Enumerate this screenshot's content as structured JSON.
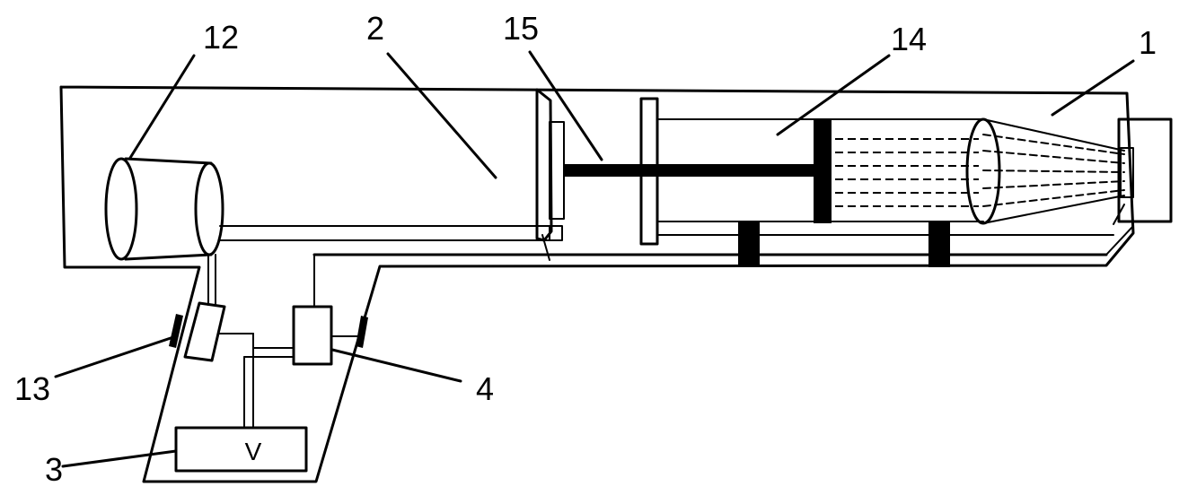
{
  "labels": {
    "housing": "1",
    "chamber": "2",
    "power_unit": "3",
    "controller": "4",
    "reel": "12",
    "mount": "13",
    "sensor_assembly": "14",
    "shaft": "15"
  },
  "power_unit_text": "V"
}
